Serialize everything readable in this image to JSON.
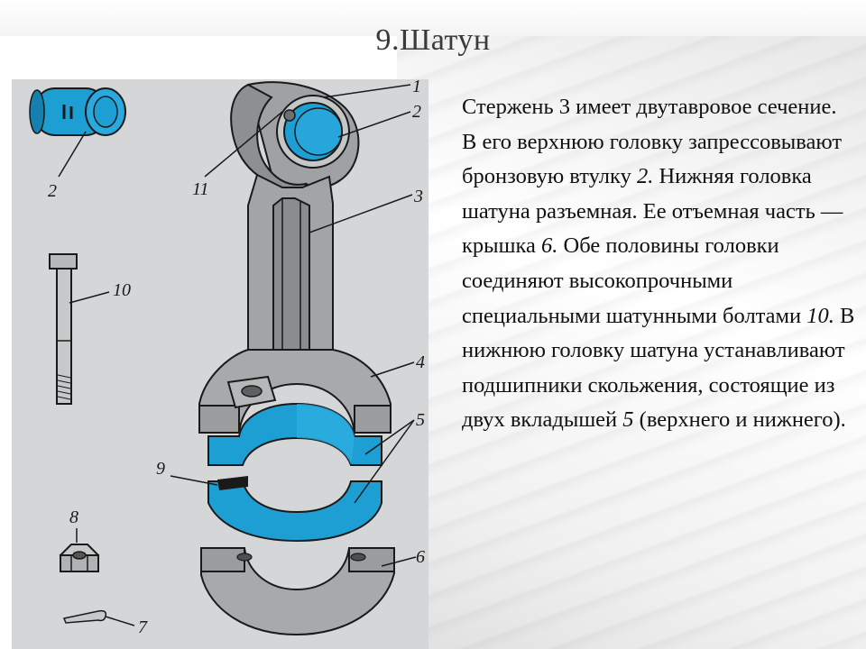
{
  "slide": {
    "title": "9.Шатун"
  },
  "figure": {
    "labels": {
      "l1": "1",
      "l2a": "2",
      "l2b": "2",
      "l3": "3",
      "l4": "4",
      "l5": "5",
      "l6": "6",
      "l7": "7",
      "l8": "8",
      "l9": "9",
      "l10": "10",
      "l11": "11"
    },
    "colors": {
      "bearing_blue": "#1e9fd4",
      "metal_gray": "#9a9c9e",
      "panel_bg": "#d7d9db"
    }
  },
  "text": {
    "seg1": "Стержень 3 имеет двутавровое сечение. В его верхнюю головку запрессовывают бронзовую втулку ",
    "n2": "2.",
    "seg2": " Нижняя головка шатуна разъемная. Ее отъемная часть — крышка ",
    "n6": "6.",
    "seg3": " Обе половины головки соединяют высокопрочными специальными шатунными болтами ",
    "n10": "10.",
    "seg4": " В нижнюю головку шатуна устанавливают подшипники скольжения, состоящие из двух вкладышей ",
    "n5": "5",
    "seg5": " (верхнего и нижнего)."
  }
}
